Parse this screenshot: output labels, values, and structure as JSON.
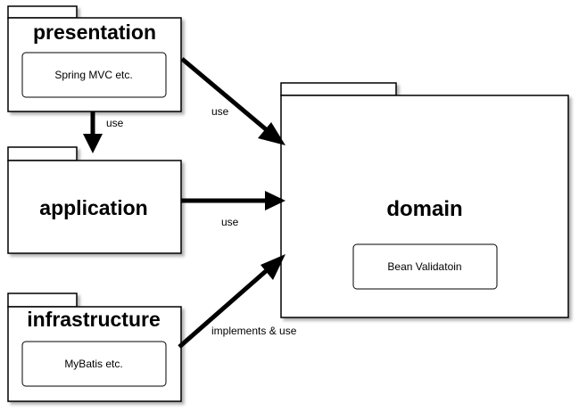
{
  "packages": {
    "presentation": {
      "title": "presentation",
      "content": "Spring MVC etc."
    },
    "application": {
      "title": "application"
    },
    "infrastructure": {
      "title": "infrastructure",
      "content": "MyBatis etc."
    },
    "domain": {
      "title": "domain",
      "content": "Bean Validatoin"
    }
  },
  "edges": {
    "presentation_to_application": "use",
    "presentation_to_domain": "use",
    "application_to_domain": "use",
    "infrastructure_to_domain": "implements & use"
  }
}
